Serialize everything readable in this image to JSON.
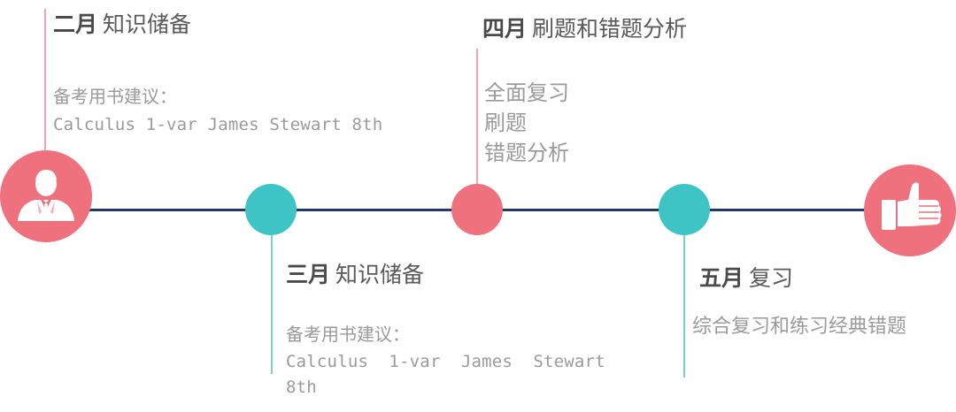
{
  "milestones": {
    "feb": {
      "month": "二月",
      "topic": "知识储备",
      "book_label": "备考用书建议：",
      "book_title": "Calculus 1-var James Stewart 8th"
    },
    "mar": {
      "month": "三月",
      "topic": "知识储备",
      "book_label": "备考用书建议：",
      "book_title_line1": "Calculus  1-var  James  Stewart",
      "book_title_line2": "8th"
    },
    "apr": {
      "month": "四月",
      "topic": "刷题和错题分析",
      "items": [
        "全面复习",
        "刷题",
        "错题分析"
      ]
    },
    "may": {
      "month": "五月",
      "topic": "复习",
      "description": "综合复习和练习经典错题"
    }
  },
  "icons": {
    "start": "businessman-icon",
    "end": "thumbs-up-icon"
  },
  "colors": {
    "pink": "#ee717d",
    "teal": "#3fc4c6",
    "line": "#1f3a66"
  }
}
